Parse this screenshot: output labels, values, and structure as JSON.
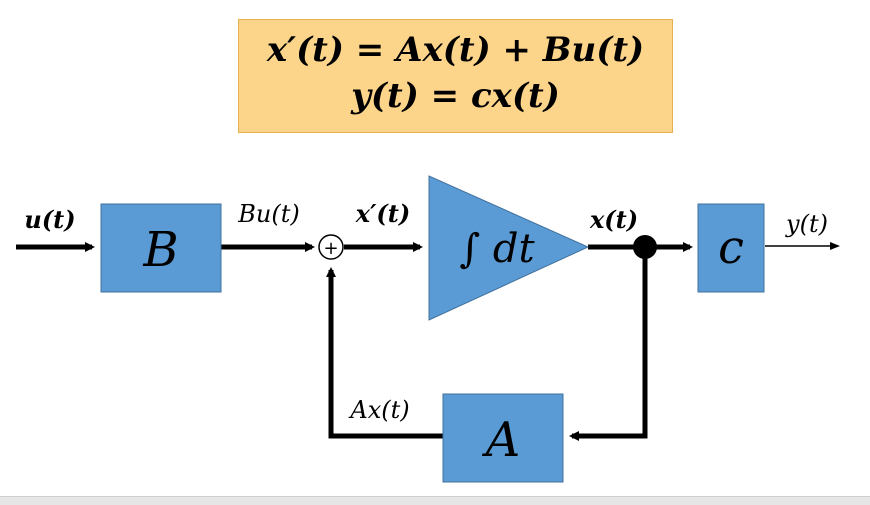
{
  "equations": {
    "state": "x′(t) = Ax(t) + Bu(t)",
    "output": "y(t) = cx(t)"
  },
  "blocks": {
    "b": "B",
    "integrator": "∫ dt",
    "c": "c",
    "a": "A"
  },
  "signals": {
    "input": "u(t)",
    "bu": "Bu(t)",
    "xprime": "x′(t)",
    "x": "x(t)",
    "output": "y(t)",
    "ax": "Ax(t)"
  },
  "summing_junction": "+",
  "colors": {
    "block_fill": "#5b9bd5",
    "block_stroke": "#41719c",
    "equation_box": "#fcd58a",
    "wire": "#000000"
  }
}
